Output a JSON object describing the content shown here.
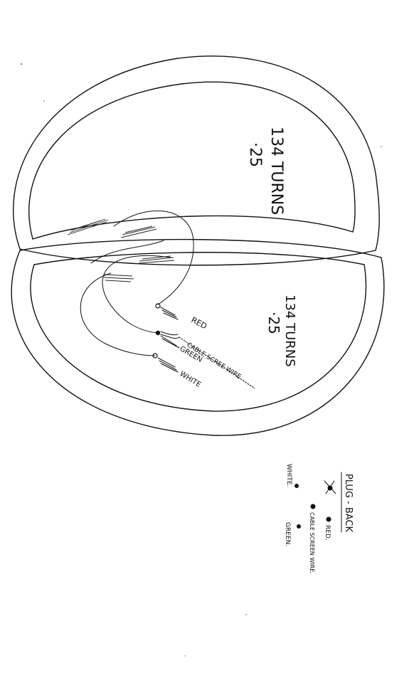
{
  "coils": {
    "upper": {
      "turns": "134 TURNS",
      "gauge": "·25"
    },
    "lower": {
      "turns": "134 TURNS",
      "gauge": "·25"
    }
  },
  "wire_labels": {
    "red": "RED",
    "cable_screen": "CABLE SCREE WIRE",
    "green": "GREEN",
    "white": "WHITE"
  },
  "plug_back": {
    "title": "PLUG - BACK",
    "pins": {
      "red": "RED.",
      "cable_screen": "CABLE SCREEN WIRE.",
      "green": "GREEN.",
      "white": "WHITE."
    }
  }
}
